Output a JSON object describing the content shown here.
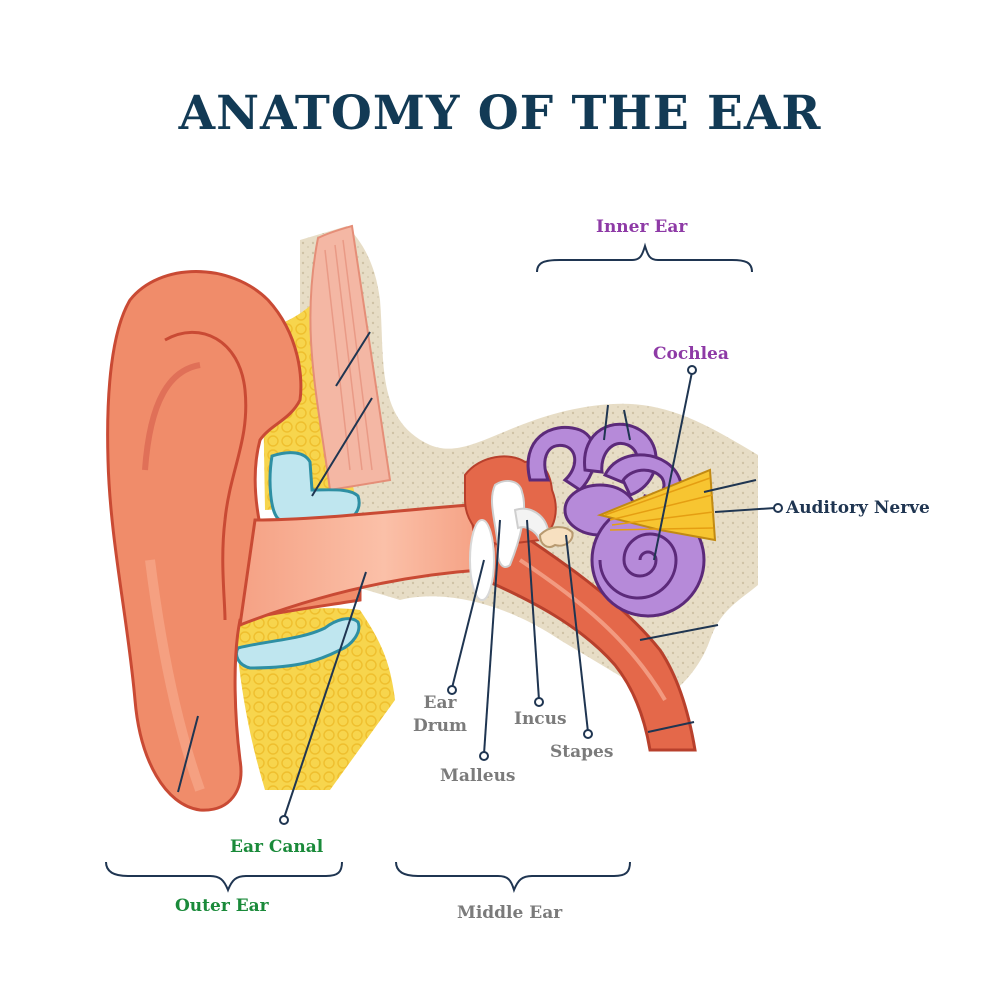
{
  "title": "ANATOMY OF THE EAR",
  "labels": {
    "inner_ear": "Inner Ear",
    "cochlea": "Cochlea",
    "auditory_nerve": "Auditory Nerve",
    "ear_canal": "Ear Canal",
    "outer_ear": "Outer Ear",
    "middle_ear": "Middle Ear",
    "ear_drum_line1": "Ear",
    "ear_drum_line2": "Drum",
    "malleus": "Malleus",
    "incus": "Incus",
    "stapes": "Stapes"
  },
  "colors": {
    "title": "#123a55",
    "inner_ear_label": "#8e3aa6",
    "auditory_nerve_label": "#1f3551",
    "outer_ear_label": "#1a8a3a",
    "middle_ear_label": "#7b7b7b",
    "skin": "#f08c6a",
    "bone": "#e6dcc8",
    "cartilage": "#f6d34a",
    "cochlea": "#b68ad9",
    "nerve": "#f7c531"
  }
}
